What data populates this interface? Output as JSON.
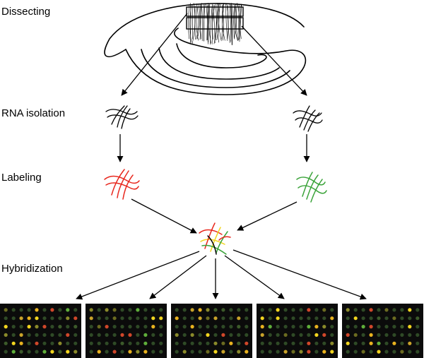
{
  "stages": {
    "dissecting": "Dissecting",
    "rna_isolation": "RNA isolation",
    "labeling": "Labeling",
    "hybridization": "Hybridization"
  },
  "colors": {
    "ink": "#000000",
    "red_label": "#e8281e",
    "green_label": "#3aa339",
    "yellow_mix": "#f2d51f",
    "array_bg": "#0b0b0b",
    "spot_dark": "#2f4a26"
  },
  "microarrays": {
    "count": 5,
    "rows": 6,
    "cols": 10
  }
}
